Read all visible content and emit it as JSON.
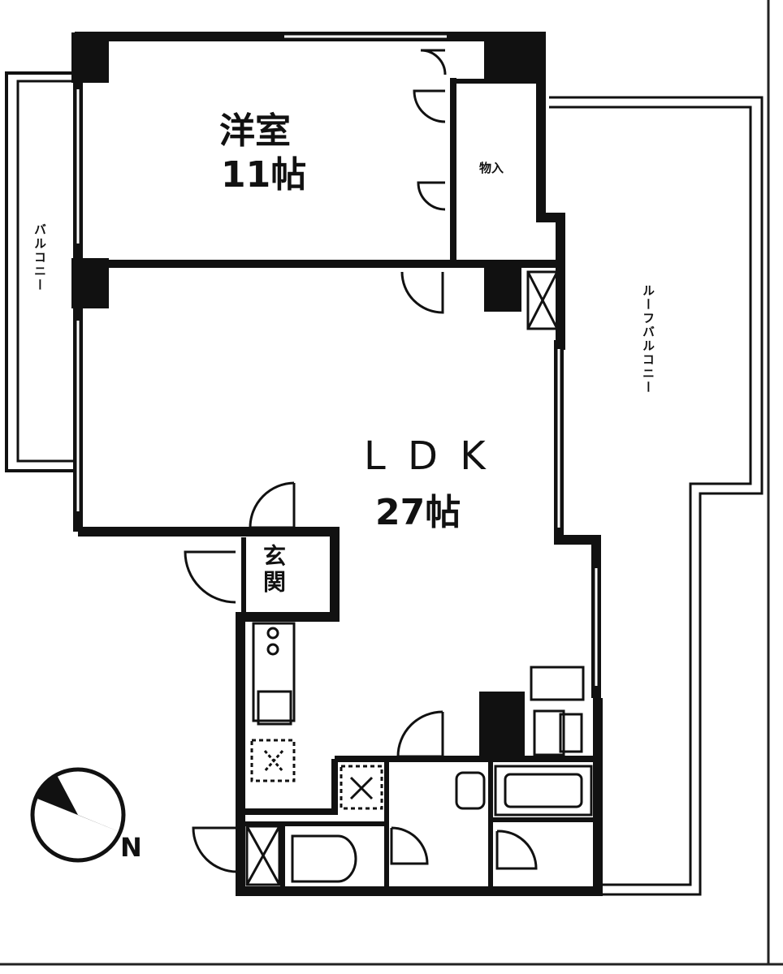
{
  "rooms": {
    "western_room": {
      "name": "洋室",
      "size": "11帖"
    },
    "ldk": {
      "name": "L D K",
      "size": "27帖"
    },
    "closet": {
      "name": "物入"
    },
    "entrance": {
      "name": "玄関"
    }
  },
  "balcony": {
    "label": "バルコニー"
  },
  "roof_balcony": {
    "label": "ルーフバルコニー"
  },
  "compass": {
    "north_label": "N"
  }
}
